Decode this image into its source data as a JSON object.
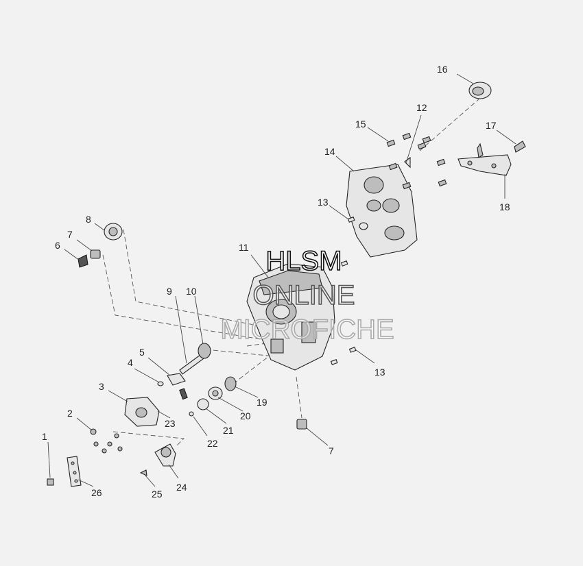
{
  "diagram": {
    "callouts": [
      "1",
      "2",
      "3",
      "4",
      "5",
      "6",
      "7",
      "8",
      "9",
      "10",
      "11",
      "12",
      "13",
      "13",
      "14",
      "15",
      "16",
      "17",
      "18",
      "19",
      "20",
      "21",
      "22",
      "23",
      "24",
      "25",
      "26",
      "7"
    ]
  },
  "watermark": {
    "line1": "HLSM",
    "line2": "ONLINE",
    "line3": "MICROFICHE"
  }
}
